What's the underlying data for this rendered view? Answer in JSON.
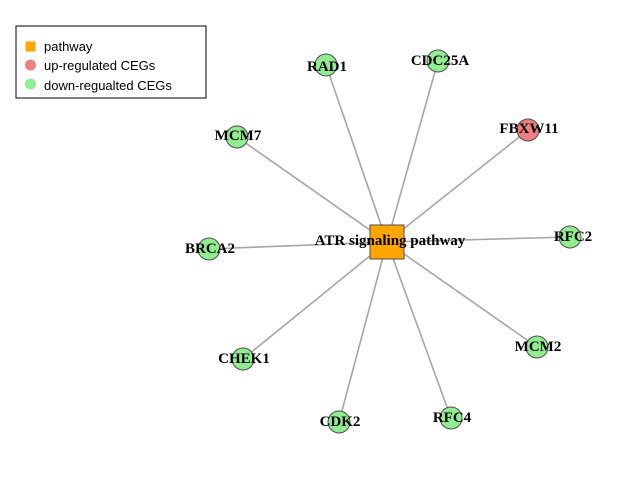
{
  "colors": {
    "pathway": "#ffa500",
    "up": "#f08080",
    "down": "#90ee90",
    "edge": "#a6a6a6",
    "node_border": "#4d4d4d"
  },
  "legend": {
    "position": "top-left",
    "items": [
      {
        "label": "pathway",
        "type": "pathway",
        "shape": "square"
      },
      {
        "label": "up-regulated CEGs",
        "type": "up",
        "shape": "circle"
      },
      {
        "label": "down-regualted CEGs",
        "type": "down",
        "shape": "circle"
      }
    ]
  },
  "network": {
    "center": {
      "id": "pathway",
      "label": "ATR signaling pathway",
      "type": "pathway"
    },
    "genes": [
      {
        "id": "RAD1",
        "label": "RAD1",
        "type": "down"
      },
      {
        "id": "CDC25A",
        "label": "CDC25A",
        "type": "down"
      },
      {
        "id": "FBXW11",
        "label": "FBXW11",
        "type": "up"
      },
      {
        "id": "MCM7",
        "label": "MCM7",
        "type": "down"
      },
      {
        "id": "BRCA2",
        "label": "BRCA2",
        "type": "down"
      },
      {
        "id": "RFC2",
        "label": "RFC2",
        "type": "down"
      },
      {
        "id": "CHEK1",
        "label": "CHEK1",
        "type": "down"
      },
      {
        "id": "MCM2",
        "label": "MCM2",
        "type": "down"
      },
      {
        "id": "CDK2",
        "label": "CDK2",
        "type": "down"
      },
      {
        "id": "RFC4",
        "label": "RFC4",
        "type": "down"
      }
    ],
    "edges": [
      [
        "pathway",
        "RAD1"
      ],
      [
        "pathway",
        "CDC25A"
      ],
      [
        "pathway",
        "FBXW11"
      ],
      [
        "pathway",
        "MCM7"
      ],
      [
        "pathway",
        "BRCA2"
      ],
      [
        "pathway",
        "RFC2"
      ],
      [
        "pathway",
        "CHEK1"
      ],
      [
        "pathway",
        "MCM2"
      ],
      [
        "pathway",
        "CDK2"
      ],
      [
        "pathway",
        "RFC4"
      ]
    ]
  }
}
